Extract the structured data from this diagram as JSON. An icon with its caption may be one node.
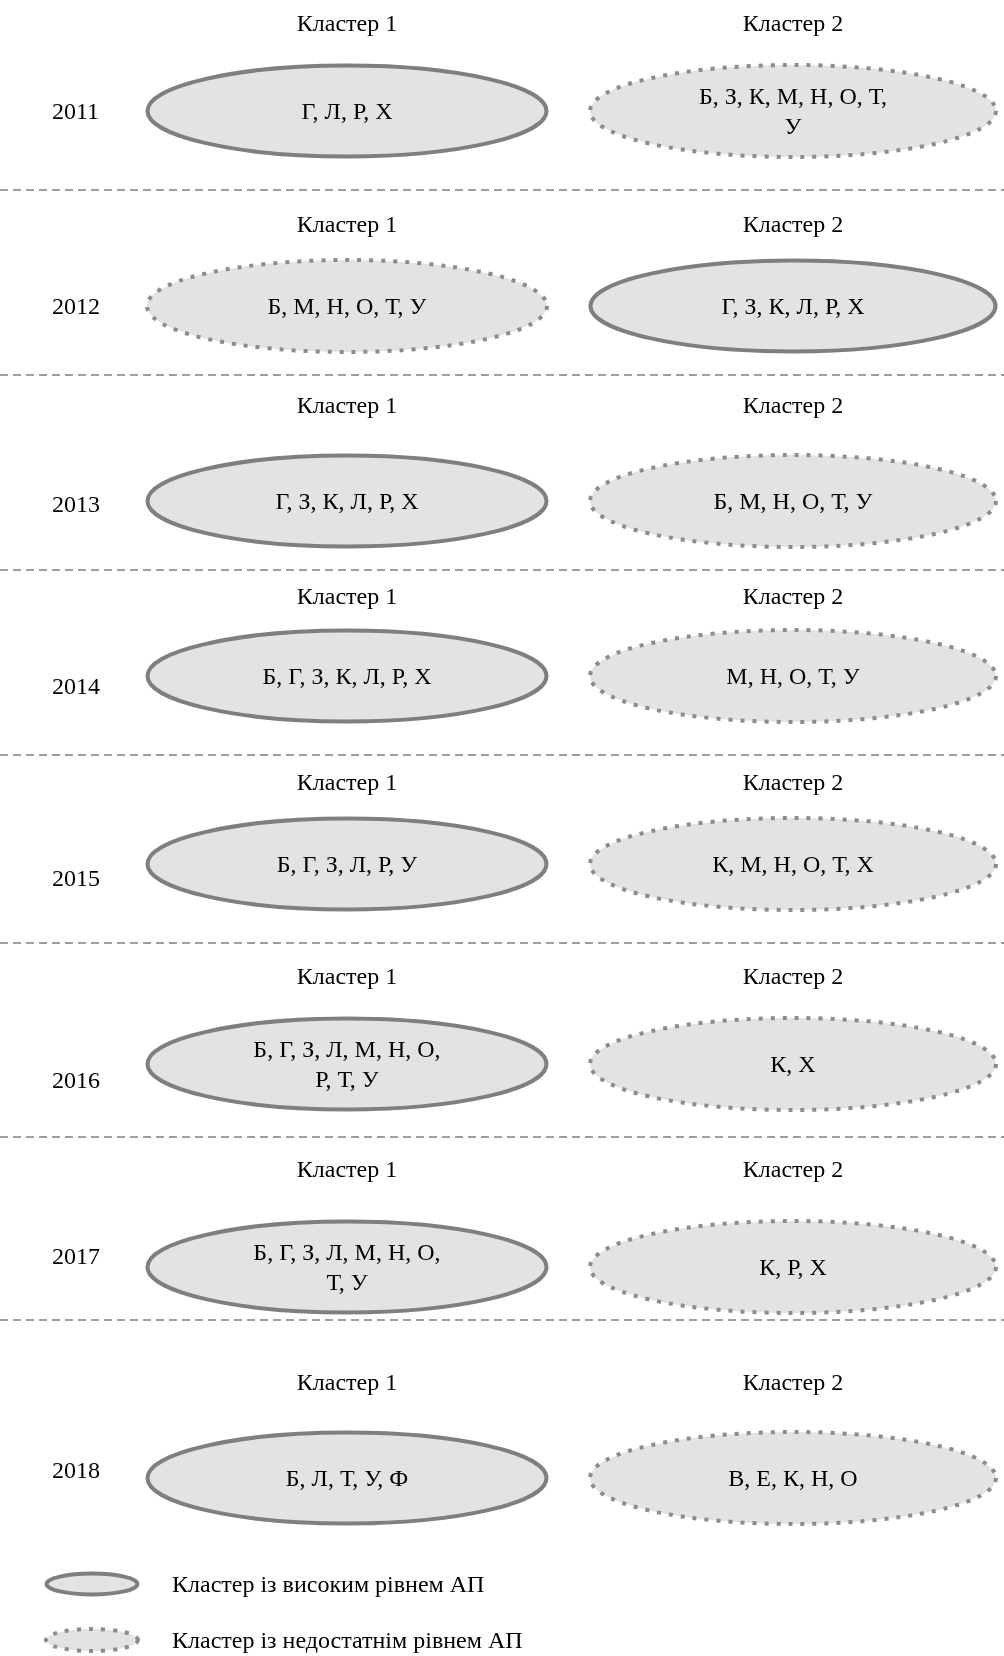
{
  "diagram": {
    "nodes": [
      {
        "text": [
          "Кластер 1",
          "Г, Л, Р, Х"
        ]
      },
      {
        "text": [
          "Кластер 2",
          "Б, З, К, М, Н, О, Т, У"
        ]
      },
      {
        "text": [
          "Кластер 1",
          "Б, М, Н, О, Т, У"
        ]
      },
      {
        "text": [
          "Кластер 2",
          "Г, З, К, Л, Р, Х"
        ]
      },
      {
        "text": [
          "Кластер 1",
          "Г, З, К, Л, Р, Х"
        ]
      },
      {
        "text": [
          "Кластер 2",
          "Б, М, Н, О, Т, У"
        ]
      },
      {
        "text": [
          "Кластер 1",
          "Б, Г, З, К, Л, Р, Х"
        ]
      },
      {
        "text": [
          "Кластер 2",
          "М, Н, О, Т, У"
        ]
      },
      {
        "text": [
          "Кластер 1",
          "Б, Г, З, Л, Р, У"
        ]
      },
      {
        "text": [
          "Кластер 2",
          "К, М, Н, О, Т, Х"
        ]
      },
      {
        "text": [
          "Кластер 1",
          "Б, Г, З, Л, М, Н, О, Р, Т, У"
        ]
      },
      {
        "text": [
          "Кластер 2",
          "К, Х"
        ]
      },
      {
        "text": [
          "Кластер 1",
          "Б, Г, З, Л, М, Н, О, Т, У"
        ]
      },
      {
        "text": [
          "Кластер 2",
          "К, Р, Х"
        ]
      },
      {
        "text": [
          "Кластер 1",
          "Б, Л, Т, У, Ф"
        ]
      },
      {
        "text": [
          "Кластер 2",
          "В, Е, К, Н, О"
        ]
      }
    ],
    "edges": [],
    "labels": [
      "2011",
      "2012",
      "2013",
      "2014",
      "2015",
      "2016",
      "2017",
      "2018"
    ],
    "legend": [
      {
        "text": "Кластер із високим рівнем АП"
      },
      {
        "text": "Кластер із недостатнім рівнем АП"
      }
    ]
  }
}
